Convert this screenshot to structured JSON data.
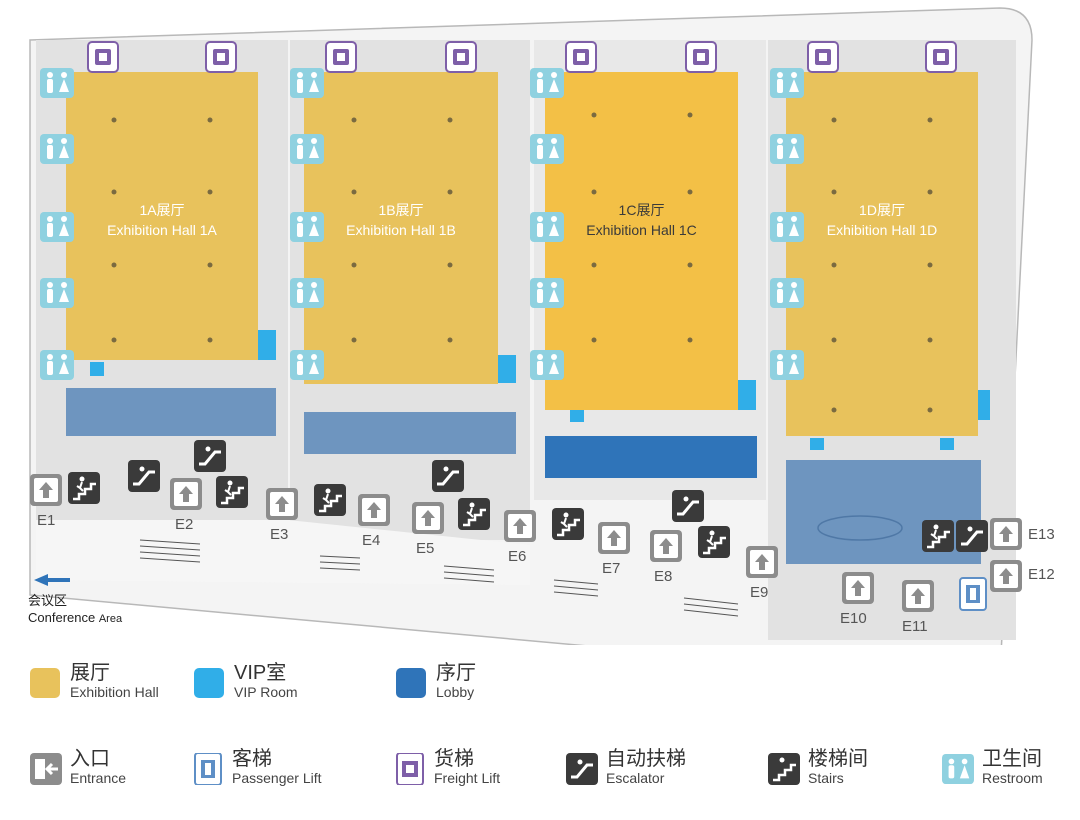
{
  "colors": {
    "exhibition_hall": "#E8C25C",
    "exhibition_hall_highlight": "#F3C046",
    "vip_room": "#30AEE8",
    "lobby": "#2F74B9",
    "lobby_muted": "#6E95BF",
    "floor": "#E4E4E4",
    "corridor": "#EFEFEF",
    "entrance_icon": "#8C8C8C",
    "escalator_icon": "#3A3A3A",
    "restroom_icon": "#8FD1E0",
    "freight_lift_icon": "#7E5FA8",
    "passenger_lift_icon": "#5E8FC6"
  },
  "halls": [
    {
      "cn": "1A展厅",
      "en": "Exhibition Hall 1A"
    },
    {
      "cn": "1B展厅",
      "en": "Exhibition Hall 1B"
    },
    {
      "cn": "1C展厅",
      "en": "Exhibition Hall 1C"
    },
    {
      "cn": "1D展厅",
      "en": "Exhibition Hall 1D"
    }
  ],
  "entrances": [
    "E1",
    "E2",
    "E3",
    "E4",
    "E5",
    "E6",
    "E7",
    "E8",
    "E9",
    "E10",
    "E11",
    "E12",
    "E13"
  ],
  "conference": {
    "cn": "会议区",
    "en_main": "Conference",
    "en_sub": "Area"
  },
  "legend_areas": [
    {
      "cn": "展厅",
      "en": "Exhibition Hall",
      "color": "#E8C25C"
    },
    {
      "cn": "VIP室",
      "en": "VIP Room",
      "color": "#30AEE8"
    },
    {
      "cn": "序厅",
      "en": "Lobby",
      "color": "#2F74B9"
    }
  ],
  "legend_icons": [
    {
      "cn": "入口",
      "en": "Entrance",
      "icon": "entrance-icon"
    },
    {
      "cn": "客梯",
      "en": "Passenger Lift",
      "icon": "passenger-lift-icon"
    },
    {
      "cn": "货梯",
      "en": "Freight Lift",
      "icon": "freight-lift-icon"
    },
    {
      "cn": "自动扶梯",
      "en": "Escalator",
      "icon": "escalator-icon"
    },
    {
      "cn": "楼梯间",
      "en": "Stairs",
      "icon": "stairs-icon"
    },
    {
      "cn": "卫生间",
      "en": "Restroom",
      "icon": "restroom-icon"
    }
  ]
}
